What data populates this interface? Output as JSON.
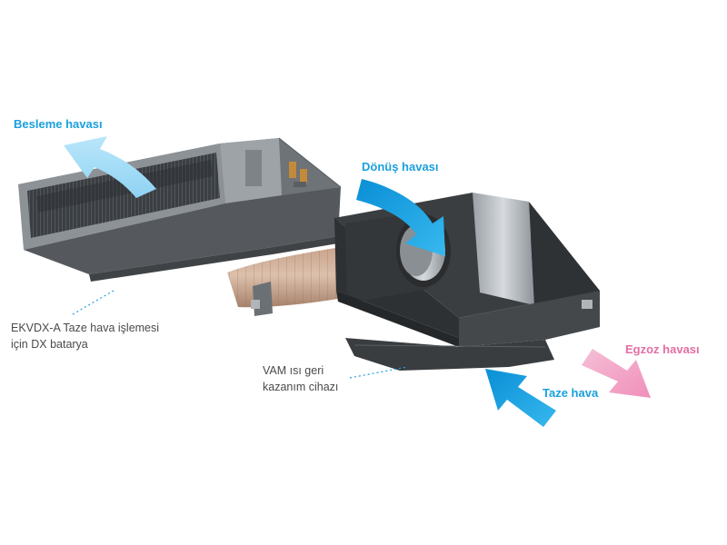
{
  "labels": {
    "supply_air": "Besleme havası",
    "return_air": "Dönüş havası",
    "exhaust_air": "Egzoz havası",
    "fresh_air": "Taze hava",
    "dx_coil_line1": "EKVDX-A Taze hava işlemesi",
    "dx_coil_line2": "için DX batarya",
    "vam_line1": "VAM ısı geri",
    "vam_line2": "kazanım cihazı"
  },
  "colors": {
    "flow_blue": "#1aa0dd",
    "flow_pink": "#f2a8c9",
    "unit_dark": "#3a3d40",
    "unit_steel": "#b9bec3",
    "duct_tan": "#c9a58c"
  }
}
